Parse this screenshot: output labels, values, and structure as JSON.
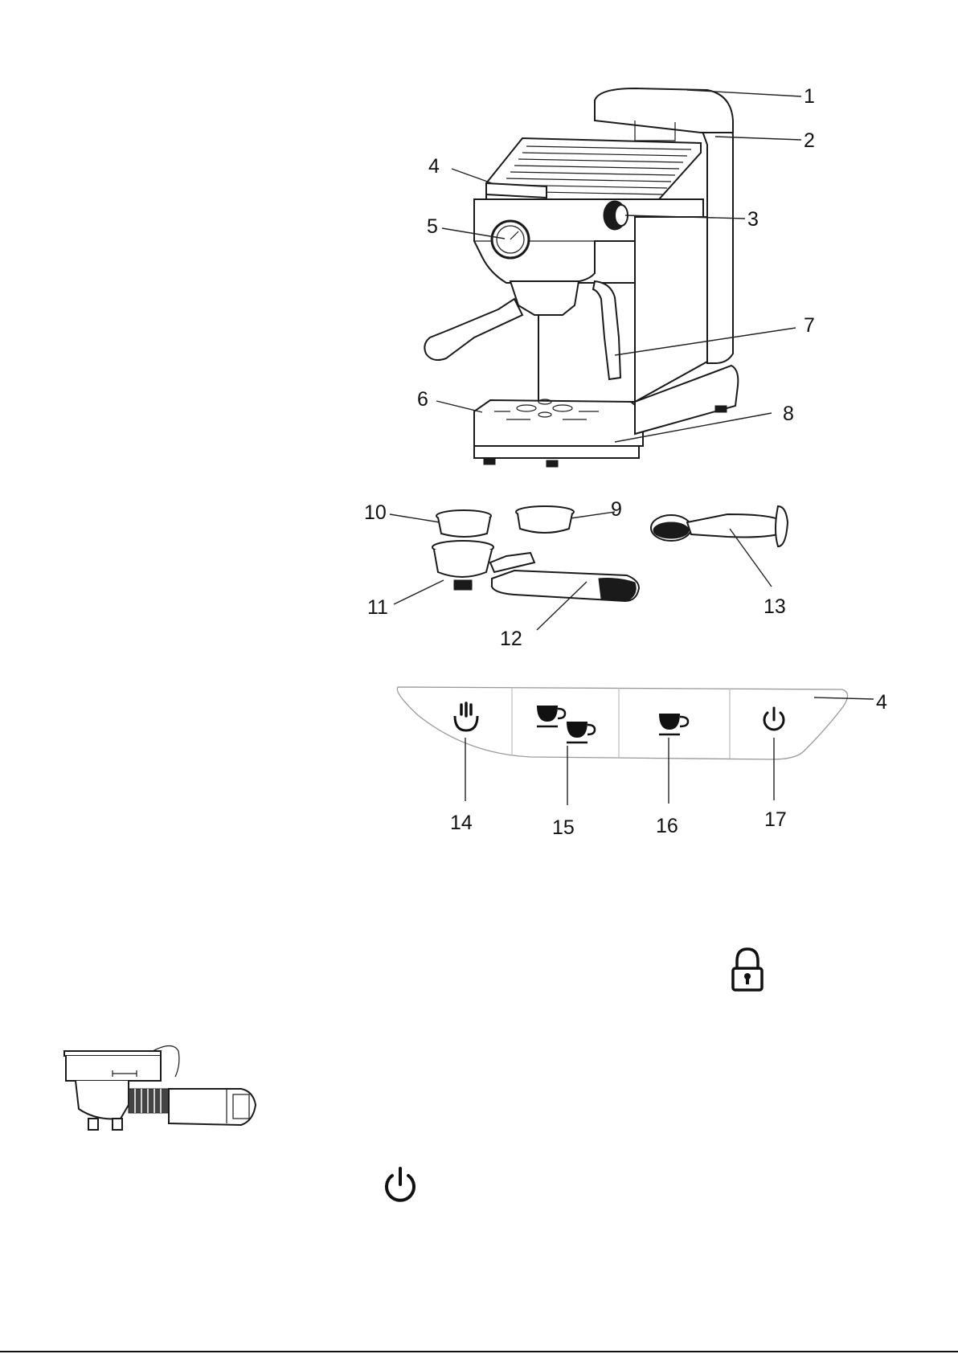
{
  "machine_labels": [
    "1",
    "2",
    "3",
    "4",
    "5",
    "6",
    "7",
    "8"
  ],
  "accessory_labels": [
    "9",
    "10",
    "11",
    "12",
    "13"
  ],
  "panel_labels": [
    "4",
    "14",
    "15",
    "16",
    "17"
  ],
  "icons": {
    "steam": "steam-icon",
    "double_cup": "double-cup-icon",
    "single_cup": "single-cup-icon",
    "power": "power-icon",
    "lock": "lock-icon"
  },
  "colors": {
    "line": "#1a1a1a",
    "background": "#ffffff"
  }
}
